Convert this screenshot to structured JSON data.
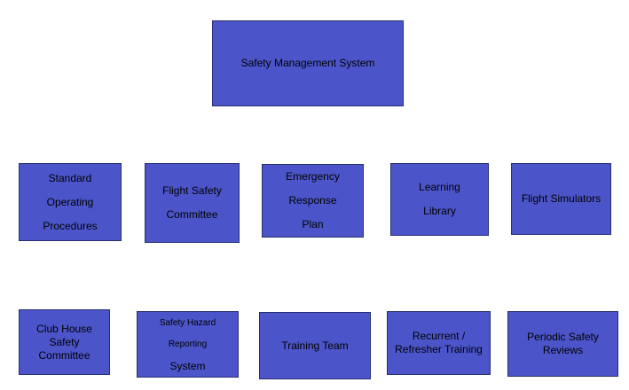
{
  "diagram": {
    "root": {
      "lines": [
        "Safety Management System"
      ]
    },
    "row1": [
      {
        "lines": [
          "Standard",
          "Operating",
          "Procedures"
        ]
      },
      {
        "lines": [
          "Flight Safety",
          "Committee"
        ]
      },
      {
        "lines": [
          "Emergency",
          "Response",
          "Plan"
        ]
      },
      {
        "lines": [
          "Learning",
          "Library"
        ]
      },
      {
        "lines": [
          "Flight Simulators"
        ]
      }
    ],
    "row2": [
      {
        "lines": [
          "Club House",
          "Safety",
          "Committee"
        ]
      },
      {
        "lines": [
          "Safety Hazard",
          "Reporting",
          "System"
        ]
      },
      {
        "lines": [
          "Training Team"
        ]
      },
      {
        "lines": [
          "Recurrent /",
          "Refresher Training"
        ]
      },
      {
        "lines": [
          "Periodic Safety",
          "Reviews"
        ]
      }
    ],
    "colors": {
      "box_fill": "#4b55c9",
      "box_border": "#27306f",
      "text": "#000000"
    }
  }
}
